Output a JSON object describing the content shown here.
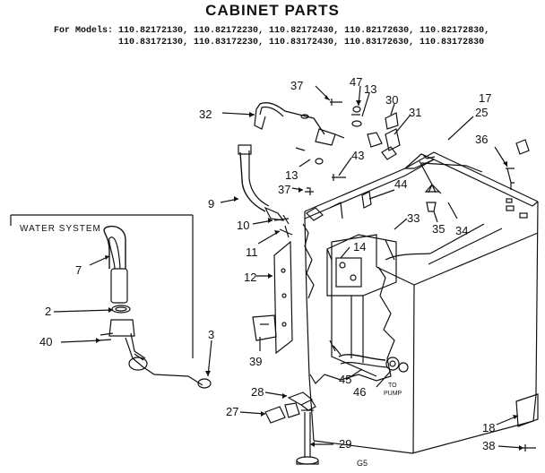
{
  "title": "CABINET PARTS",
  "models_prefix": "For Models:",
  "models_line1": "110.82172130, 110.82172230, 110.82172430, 110.82172630, 110.82172830,",
  "models_line2": "110.83172130, 110.83172230, 110.83172430, 110.83172630, 110.83172830",
  "water_system_label": "WATER SYSTEM",
  "to_pump_label": [
    "TO",
    "PUMP"
  ],
  "page_code": "G5",
  "callouts": {
    "c37a": "37",
    "c47": "47",
    "c13a": "13",
    "c30": "30",
    "c17": "17",
    "c25": "25",
    "c32": "32",
    "c31": "31",
    "c36": "36",
    "c13b": "13",
    "c43": "43",
    "c44": "44",
    "c37b": "37",
    "c9": "9",
    "c10": "10",
    "c33": "33",
    "c35": "35",
    "c34": "34",
    "c11": "11",
    "c14": "14",
    "c7": "7",
    "c12": "12",
    "c2": "2",
    "c40": "40",
    "c3": "3",
    "c39": "39",
    "c45": "45",
    "c46": "46",
    "c28": "28",
    "c27": "27",
    "c18": "18",
    "c29": "29",
    "c38": "38"
  }
}
